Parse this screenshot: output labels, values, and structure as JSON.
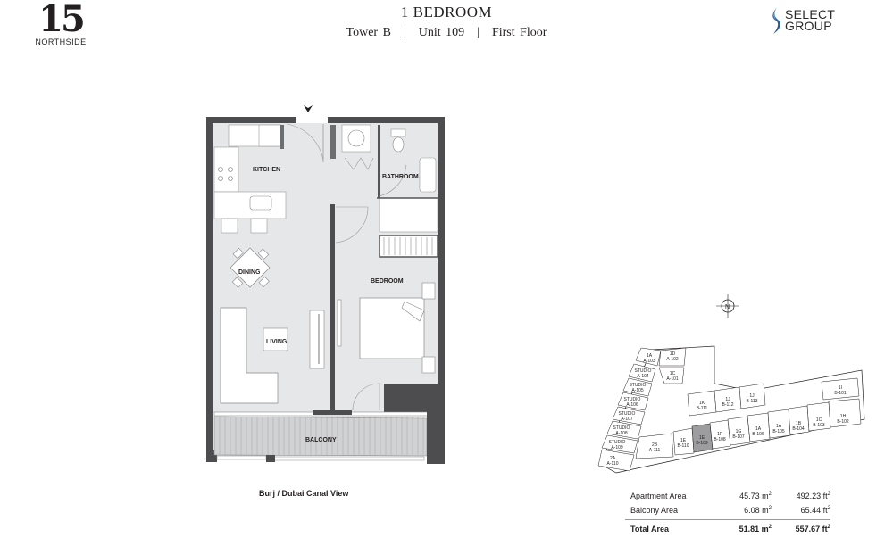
{
  "brand_left": {
    "number": "15",
    "name": "NORTHSIDE"
  },
  "header": {
    "title": "1 BEDROOM",
    "tower": "Tower B",
    "unit": "Unit 109",
    "floor": "First Floor",
    "separator": "|"
  },
  "brand_right": {
    "line1": "SELECT",
    "line2": "GROUP",
    "accent_color": "#1f5fa8"
  },
  "floor_plan": {
    "rooms": {
      "kitchen": "KITCHEN",
      "bathroom": "BATHROOM",
      "dining": "DINING",
      "bedroom": "BEDROOM",
      "living": "LIVING",
      "balcony": "BALCONY"
    },
    "entrance_marker": "entrance-arrow",
    "view_caption": "Burj / Dubai Canal View",
    "colors": {
      "wall": "#4d4d4f",
      "floor": "#e6e7e8",
      "balcony": "#d1d2d4",
      "furniture": "#ffffff"
    }
  },
  "compass": {
    "label": "N"
  },
  "key_plan": {
    "highlight_color": "#9d9d9f",
    "units": [
      {
        "type": "1A",
        "code": "A-103"
      },
      {
        "type": "1D",
        "code": "A-102"
      },
      {
        "type": "1C",
        "code": "A-101"
      },
      {
        "type": "STUDIO",
        "code": "A-104"
      },
      {
        "type": "STUDIO",
        "code": "A-105"
      },
      {
        "type": "STUDIO",
        "code": "A-106"
      },
      {
        "type": "STUDIO",
        "code": "A-107"
      },
      {
        "type": "STUDIO",
        "code": "A-108"
      },
      {
        "type": "STUDIO",
        "code": "A-109"
      },
      {
        "type": "2A",
        "code": "A-110"
      },
      {
        "type": "2B",
        "code": "A-111"
      },
      {
        "type": "1E",
        "code": "B-110"
      },
      {
        "type": "1E",
        "code": "B-109",
        "highlighted": true
      },
      {
        "type": "1F",
        "code": "B-108"
      },
      {
        "type": "1G",
        "code": "B-107"
      },
      {
        "type": "1A",
        "code": "B-106"
      },
      {
        "type": "1A",
        "code": "B-105"
      },
      {
        "type": "1B",
        "code": "B-104"
      },
      {
        "type": "1C",
        "code": "B-103"
      },
      {
        "type": "1H",
        "code": "B-102"
      },
      {
        "type": "1I",
        "code": "B-101"
      },
      {
        "type": "1K",
        "code": "B-111"
      },
      {
        "type": "1J",
        "code": "B-112"
      },
      {
        "type": "1J",
        "code": "B-113"
      }
    ]
  },
  "areas": {
    "rows": [
      {
        "label": "Apartment Area",
        "sqm": "45.73 m",
        "sqft": "492.23 ft"
      },
      {
        "label": "Balcony Area",
        "sqm": "6.08 m",
        "sqft": "65.44 ft"
      }
    ],
    "total": {
      "label": "Total Area",
      "sqm": "51.81 m",
      "sqft": "557.67 ft"
    },
    "sup": "2"
  }
}
